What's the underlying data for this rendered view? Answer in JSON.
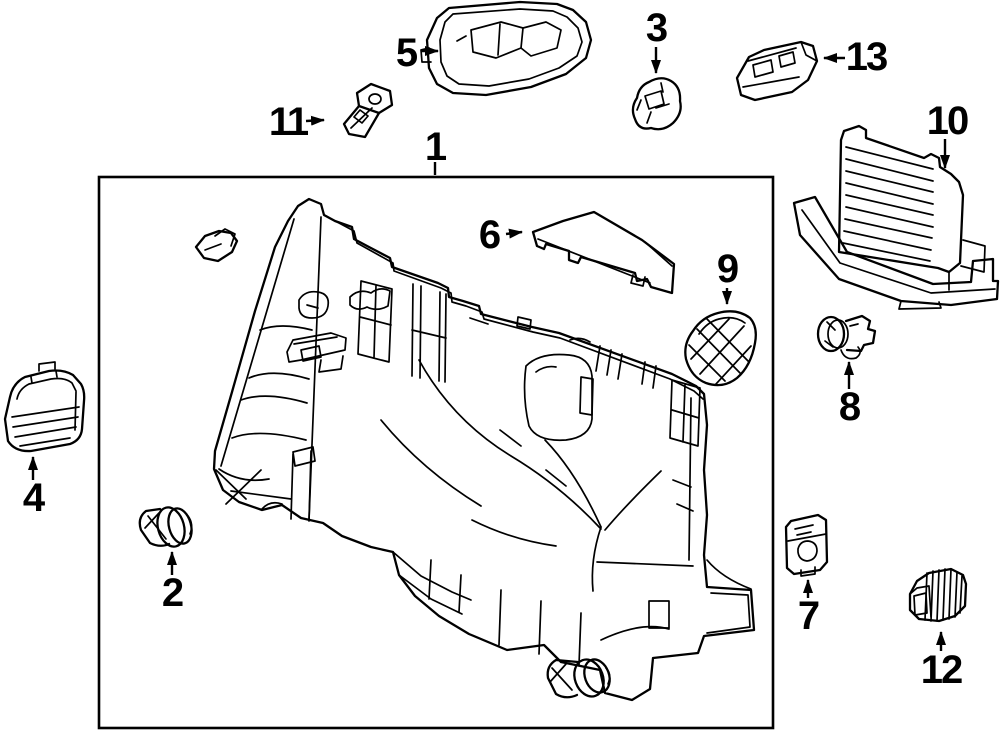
{
  "diagram": {
    "type": "exploded-parts-diagram",
    "description": "quarter panel interior trim exploded parts view",
    "background_color": "#ffffff",
    "line_color": "#000000",
    "callouts": [
      {
        "number": "1"
      },
      {
        "number": "2"
      },
      {
        "number": "3"
      },
      {
        "number": "4"
      },
      {
        "number": "5"
      },
      {
        "number": "6"
      },
      {
        "number": "7"
      },
      {
        "number": "8"
      },
      {
        "number": "9"
      },
      {
        "number": "10"
      },
      {
        "number": "11"
      },
      {
        "number": "12"
      },
      {
        "number": "13"
      }
    ]
  }
}
